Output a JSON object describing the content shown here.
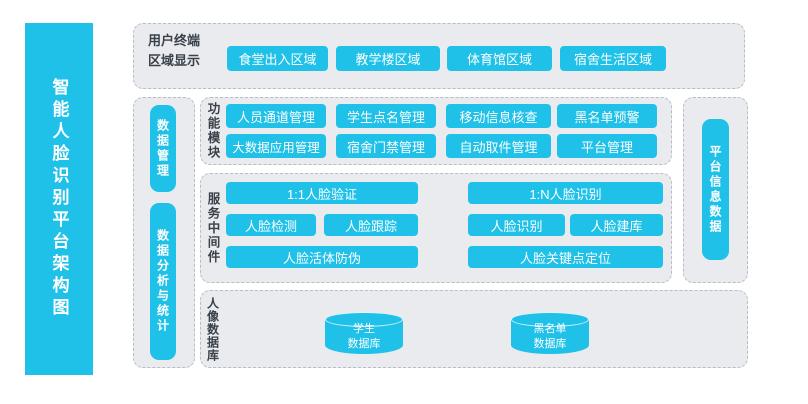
{
  "colors": {
    "accent": "#1fc1e8",
    "panel_bg": "#e9ebee",
    "panel_border": "#b8bdc5",
    "text_dark": "#3b414a"
  },
  "sidebar_title": {
    "text": "智能人脸识别平台架构图"
  },
  "user_terminal": {
    "label_line1": "用户终端",
    "label_line2": "区域显示",
    "buttons": [
      "食堂出入区域",
      "教学楼区域",
      "体育馆区域",
      "宿舍生活区域"
    ]
  },
  "data_columns": {
    "management": "数据管理",
    "analysis": "数据分析与统计"
  },
  "function_module": {
    "label": "功能模块",
    "rows": [
      [
        "人员通道管理",
        "学生点名管理",
        "移动信息核查",
        "黑名单预警"
      ],
      [
        "大数据应用管理",
        "宿舍门禁管理",
        "自动取件管理",
        "平台管理"
      ]
    ]
  },
  "service_middleware": {
    "label": "服务中间件",
    "left_group": {
      "top": "1:1人脸验证",
      "middle": [
        "人脸检测",
        "人脸跟踪"
      ],
      "bottom": "人脸活体防伪"
    },
    "right_group": {
      "top": "1:N人脸识别",
      "middle": [
        "人脸识别",
        "人脸建库"
      ],
      "bottom": "人脸关键点定位"
    }
  },
  "portrait_database": {
    "label": "人像数据库",
    "cylinders": [
      {
        "line1": "学生",
        "line2": "数据库"
      },
      {
        "line1": "黑名单",
        "line2": "数据库"
      }
    ]
  },
  "platform_info": {
    "label": "平台信息数据"
  }
}
